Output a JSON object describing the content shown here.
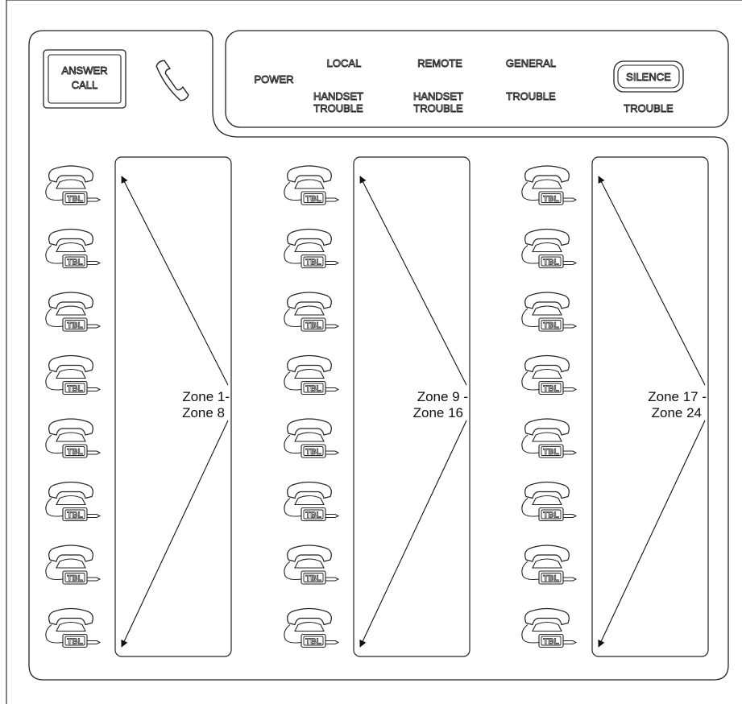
{
  "control_panel": {
    "answer_call": {
      "line1": "ANSWER",
      "line2": "CALL"
    },
    "handset_symbol": "handset-icon",
    "indicators": {
      "power": "POWER",
      "local": "LOCAL",
      "remote": "REMOTE",
      "general": "GENERAL",
      "local_handset_trouble": {
        "line1": "HANDSET",
        "line2": "TROUBLE"
      },
      "remote_handset_trouble": {
        "line1": "HANDSET",
        "line2": "TROUBLE"
      },
      "general_trouble": "TROUBLE"
    },
    "silence": {
      "label": "SILENCE",
      "caption": "TROUBLE"
    }
  },
  "zone_columns": [
    {
      "label_line1": "Zone 1-",
      "label_line2": "Zone 8",
      "handsets": 8
    },
    {
      "label_line1": "Zone 9 -",
      "label_line2": "Zone 16",
      "handsets": 8
    },
    {
      "label_line1": "Zone 17 -",
      "label_line2": "Zone 24",
      "handsets": 8
    }
  ],
  "zone_jack_label": "TBL"
}
